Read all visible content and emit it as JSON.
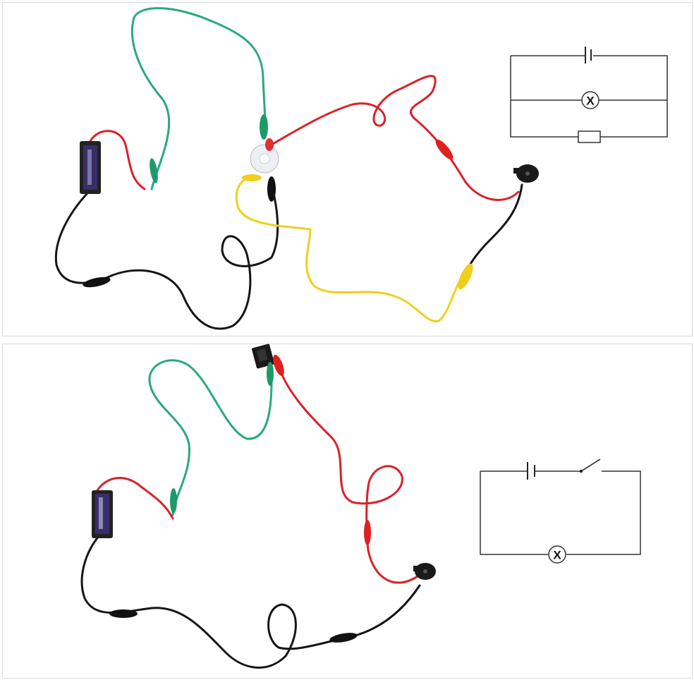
{
  "colors": {
    "green_wire": "#2aa882",
    "red_wire": "#d8222a",
    "black_wire": "#151515",
    "yellow_wire": "#f0cf1c",
    "schematic_line": "#333333"
  },
  "panels": [
    {
      "schematic": {
        "components": [
          "battery",
          "lamp",
          "resistor"
        ],
        "lamp_label": "X"
      }
    },
    {
      "schematic": {
        "components": [
          "battery",
          "switch",
          "lamp"
        ],
        "lamp_label": "X"
      }
    }
  ]
}
